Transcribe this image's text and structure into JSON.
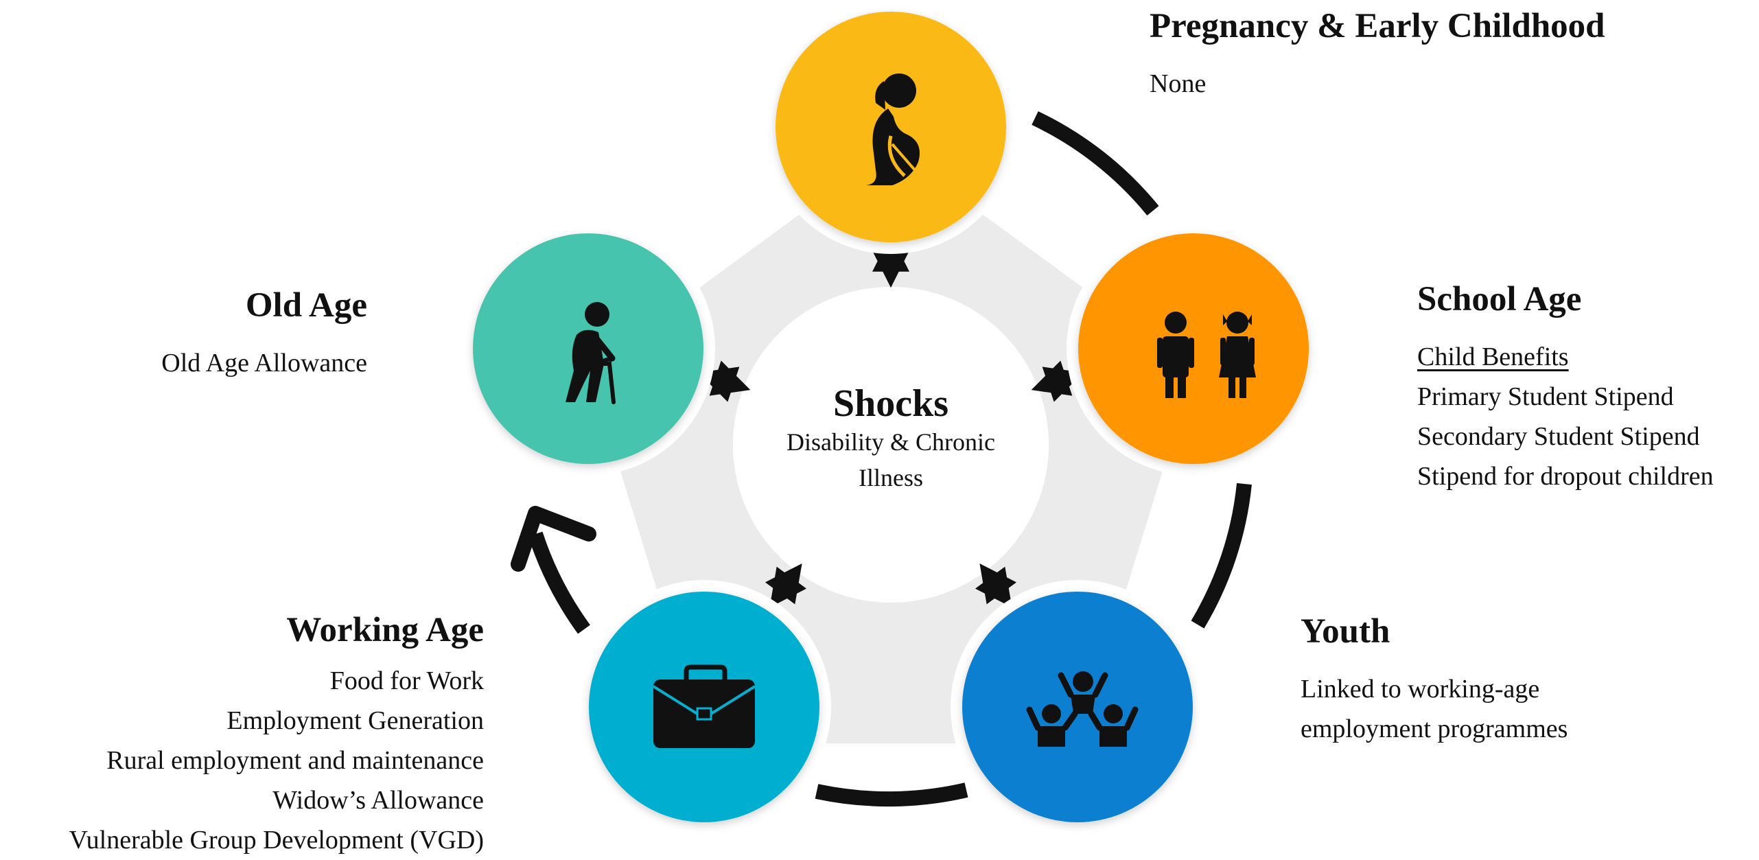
{
  "center": {
    "title": "Shocks",
    "subtitle_line1": "Disability & Chronic",
    "subtitle_line2": "Illness"
  },
  "stages": {
    "pregnancy": {
      "title": "Pregnancy & Early Childhood",
      "items": [
        "None"
      ],
      "color": "#FBB917",
      "icon": "pregnant-woman-icon"
    },
    "school": {
      "title": "School Age",
      "items": [
        "Child Benefits",
        "Primary Student Stipend",
        "Secondary Student Stipend",
        "Stipend for dropout children"
      ],
      "color": "#FF9500",
      "icon": "boy-girl-icon"
    },
    "youth": {
      "title": "Youth",
      "items": [
        "Linked to working-age",
        "employment programmes"
      ],
      "color": "#0A7FD1",
      "icon": "group-celebrating-icon"
    },
    "working": {
      "title": "Working Age",
      "items": [
        "Food for Work",
        "Employment Generation",
        "Rural employment and maintenance",
        "Widow’s Allowance",
        "Vulnerable Group Development (VGD)"
      ],
      "color": "#06AFD0",
      "icon": "briefcase-icon"
    },
    "old": {
      "title": "Old Age",
      "items": [
        "Old Age Allowance"
      ],
      "color": "#47C4AE",
      "icon": "elderly-person-icon"
    }
  }
}
